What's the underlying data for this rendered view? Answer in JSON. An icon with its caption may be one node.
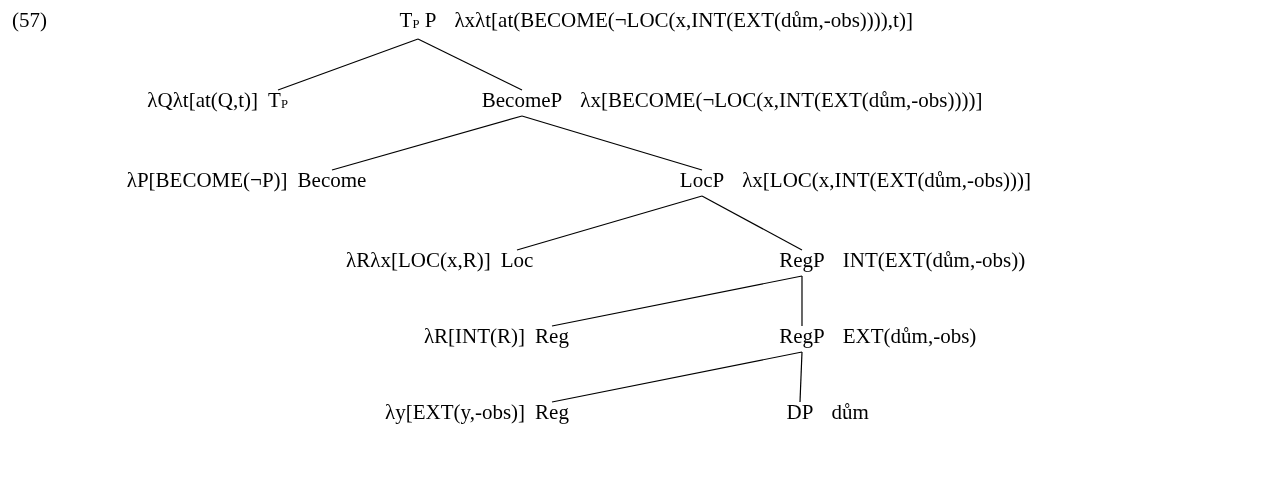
{
  "diagram": {
    "nodes": [
      {
        "text": [
          "T$_{P}$ P"
        ],
        "beside": [
          "λxλt[at(BECOME(¬LOC(x,INT(EXT(dům,-obs)))),t)]"
        ]
      },
      {
        "text": [
          "T$_{P}$"
        ],
        "beside": [
          "λQλt[at(Q,t)]"
        ]
      },
      {
        "text": [
          "BecomeP"
        ],
        "beside": [
          "λx[BECOME(¬LOC(x,INT(EXT(dům,-obs))))]"
        ]
      },
      {
        "text": [
          "Become"
        ],
        "beside": [
          "λP[BECOME(¬P)]"
        ]
      },
      {
        "text": [
          "LocP"
        ],
        "beside": [
          "λx[LOC(x,INT(EXT(dům,-obs)))]"
        ]
      },
      {
        "text": [
          "Loc"
        ],
        "beside": [
          "λRλx[LOC(x,R)]"
        ]
      },
      {
        "text": [
          "RegP"
        ],
        "beside": [
          "INT(EXT(dům,-obs))"
        ]
      },
      {
        "text": [
          "Reg"
        ],
        "beside": [
          "λR[INT(R)]"
        ]
      },
      {
        "text": [
          "RegP"
        ],
        "beside": [
          "EXT(dům,-obs)"
        ]
      },
      {
        "text": [
          "Reg"
        ],
        "beside": [
          "λy[EXT(y,-obs)]"
        ]
      },
      {
        "text": [
          "DP"
        ],
        "beside": [
          "dům"
        ]
      }
    ],
    "edges": [
      {
        "from": 0,
        "to": 1,
        "arrow": "none"
      },
      {
        "from": 0,
        "to": 2,
        "arrow": "none"
      },
      {
        "from": 2,
        "to": 3,
        "arrow": "none"
      },
      {
        "from": 2,
        "to": 4,
        "arrow": "none"
      },
      {
        "from": 4,
        "to": 5,
        "arrow": "none"
      },
      {
        "from": 4,
        "to": 6,
        "arrow": "none"
      },
      {
        "from": 6,
        "to": 7,
        "arrow": "none"
      },
      {
        "from": 6,
        "to": 8,
        "arrow": "none"
      },
      {
        "from": 8,
        "to": 9,
        "arrow": "none"
      },
      {
        "from": 8,
        "to": 10,
        "arrow": "none"
      }
    ],
    "labels": [
      "(57)"
    ]
  }
}
